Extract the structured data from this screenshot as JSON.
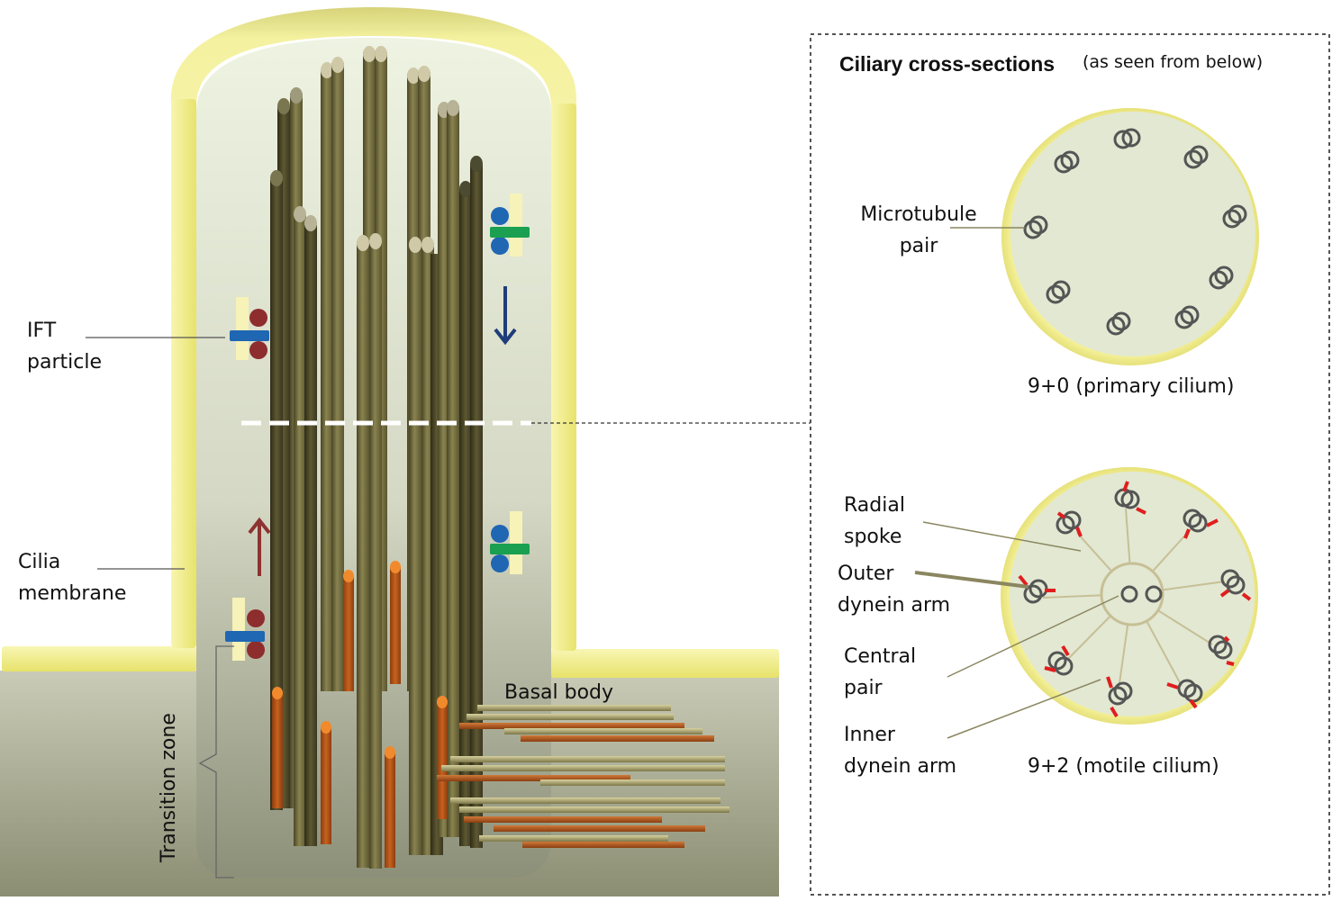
{
  "labels": {
    "ift_line1": "IFT",
    "ift_line2": "particle",
    "membrane_line1": "Cilia",
    "membrane_line2": "membrane",
    "transition_zone": "Transition zone",
    "basal_body": "Basal body",
    "microtubule_line1": "Microtubule",
    "microtubule_line2": "pair",
    "radial_line1": "Radial",
    "radial_line2": "spoke",
    "outer_line1": "Outer",
    "outer_line2": "dynein arm",
    "central_line1": "Central",
    "central_line2": "pair",
    "inner_line1": "Inner",
    "inner_line2": "dynein arm"
  },
  "panel": {
    "title": "Ciliary cross-sections",
    "subtitle": "(as seen from below)",
    "primary_caption": "9+0 (primary cilium)",
    "motile_caption": "9+2 (motile cilium)"
  },
  "colors": {
    "membrane": "#f3f08a",
    "cilium_interior": "#dfe5cf",
    "cross_section_fill": "#e2e8d2",
    "microtubule": "#6e6a3c",
    "transition_fiber": "#b4561a",
    "ift_blue": "#1f66b3",
    "ift_red": "#8e2d2d",
    "ift_green": "#1aa050",
    "dynein_arm": "#e01e1e",
    "arrow_down": "#1f3d7a",
    "arrow_up": "#8e3232"
  }
}
